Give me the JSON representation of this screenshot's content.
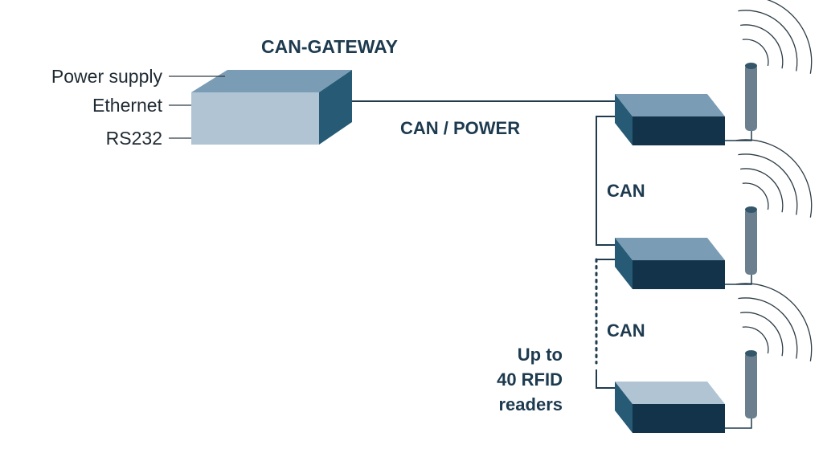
{
  "gateway": {
    "title": "CAN-GATEWAY",
    "ports": [
      "Power supply",
      "Ethernet",
      "RS232"
    ]
  },
  "bus": {
    "main_label": "CAN / POWER",
    "segment_labels": [
      "CAN",
      "CAN"
    ]
  },
  "readers_note": {
    "lines": [
      "Up to",
      "40 RFID",
      "readers"
    ]
  },
  "colors": {
    "gateway_top": "#7a9db5",
    "gateway_front": "#b0c4d4",
    "gateway_side": "#265a75",
    "reader_top": "#7a9db5",
    "reader_top_light": "#b0c4d4",
    "reader_front": "#13334a",
    "reader_side": "#265a75",
    "antenna": "#6b7f8e",
    "wire": "#1f3b4d",
    "label": "#1d3a4f"
  }
}
